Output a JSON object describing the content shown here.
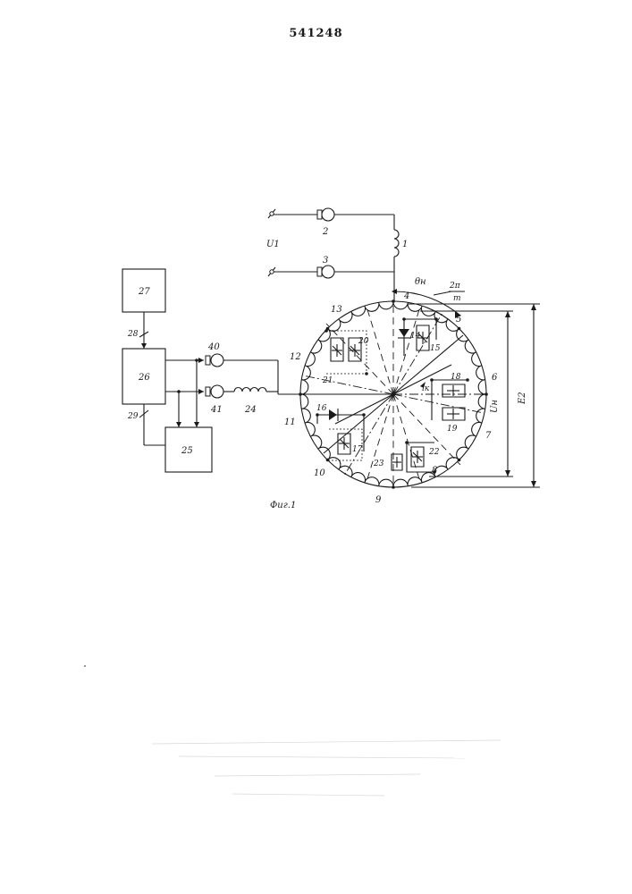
{
  "header": {
    "patent_number": "541248"
  },
  "figure": {
    "caption": "Фиг.1"
  },
  "labels": {
    "u1": "U1",
    "terminal_2": "2",
    "terminal_3": "3",
    "winding_1": "1",
    "block_27": "27",
    "block_26": "26",
    "block_25": "25",
    "link_28": "28",
    "link_29": "29",
    "terminal_40": "40",
    "terminal_41": "41",
    "inductor_24": "24",
    "section_4": "4",
    "section_5": "5",
    "section_6": "6",
    "section_7": "7",
    "section_8": "8",
    "section_9": "9",
    "section_10": "10",
    "section_11": "11",
    "section_12": "12",
    "section_13": "13",
    "valve_14": "14",
    "valve_15": "15",
    "valve_16": "16",
    "valve_17": "17",
    "valve_18": "18",
    "valve_19": "19",
    "valve_20": "20",
    "valve_21": "21",
    "valve_22": "22",
    "valve_23": "23",
    "theta": "θн",
    "angle_num": "2π",
    "angle_den": "m",
    "ik": "iк",
    "un": "Uн",
    "e2": "E2"
  }
}
